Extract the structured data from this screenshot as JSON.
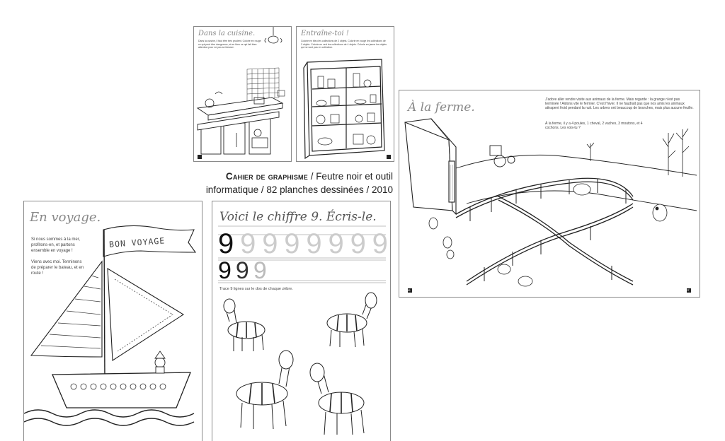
{
  "caption": {
    "series": "Cahier de graphisme",
    "details": " / Feutre noir et outil informatique / 82 planches dessinées / 2010"
  },
  "pages": {
    "kitchen": {
      "title": "Dans la cuisine.",
      "text": "Dans la cuisine, il faut être très prudent. Colorie en rouge ce qui peut être dangereux, et en bleu ce qui fait bien attention pour ne pas se blesser."
    },
    "shelves": {
      "title": "Entraîne-toi !",
      "text": "Colorie en bleu les collections de 2 objets. Colorie en rouge les collections de 3 objets. Colorie en vert les collections de 4 objets. Colorie en jaune les objets qui ne sont pas en collection."
    },
    "farm": {
      "title": "À la ferme.",
      "text1": "J'adore aller rendre visite aux animaux de la ferme. Mais regarde : la grange n'est pas terminée ! Aidons vite le fermier. C'est l'hiver. Il ne faudrait pas que nos amis les animaux attrapent froid pendant la nuit. Les arbres ont beaucoup de branches, mais plus aucune feuille.",
      "text2": "À la ferme, il y a 4 poules, 1 cheval, 2 vaches, 3 moutons, et 4 cochons. Les vois-tu ?",
      "page_left": "46",
      "page_right": "47"
    },
    "voyage": {
      "title": "En voyage.",
      "text1": "Si nous sommes à la mer, profitons-en, et partons ensemble en voyage !",
      "text2": "Viens avec moi. Terminons de préparer le bateau, et en route !",
      "flag": "BON VOYAGE"
    },
    "numbers": {
      "title": "Voici le chiffre 9. Écris-le.",
      "digits_row1": [
        "9",
        "9",
        "9",
        "9",
        "9",
        "9",
        "9",
        "9"
      ],
      "digits_row2": [
        "9",
        "9",
        "9"
      ],
      "instruction": "Trace 9 lignes sur le dos de chaque zèbre."
    }
  }
}
